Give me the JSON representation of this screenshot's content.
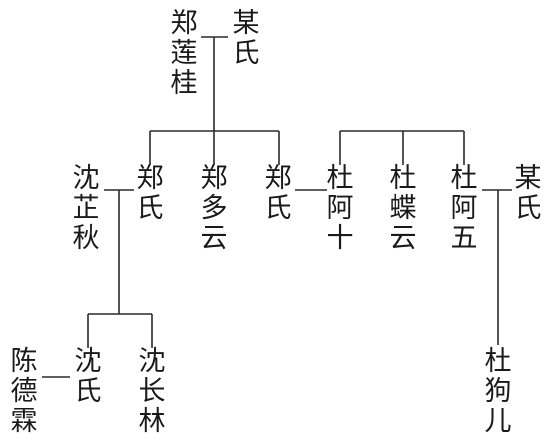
{
  "persons": [
    {
      "id": "zheng-liangui",
      "chars": [
        "郑",
        "莲",
        "桂"
      ]
    },
    {
      "id": "mou-shi-1",
      "chars": [
        "某",
        "氏"
      ]
    },
    {
      "id": "shen-zhiqiu",
      "chars": [
        "沈",
        "芷",
        "秋"
      ]
    },
    {
      "id": "zheng-shi",
      "chars": [
        "郑",
        "氏"
      ]
    },
    {
      "id": "zheng-duoyun",
      "chars": [
        "郑",
        "多",
        "云"
      ]
    },
    {
      "id": "zheng-shi-2",
      "chars": [
        "郑",
        "氏"
      ]
    },
    {
      "id": "du-ashi",
      "chars": [
        "杜",
        "阿",
        "十"
      ]
    },
    {
      "id": "du-dieyun",
      "chars": [
        "杜",
        "蝶",
        "云"
      ]
    },
    {
      "id": "du-awu",
      "chars": [
        "杜",
        "阿",
        "五"
      ]
    },
    {
      "id": "mou-shi-2",
      "chars": [
        "某",
        "氏"
      ]
    },
    {
      "id": "chen-delin",
      "chars": [
        "陈",
        "德",
        "霖"
      ]
    },
    {
      "id": "shen-shi",
      "chars": [
        "沈",
        "氏"
      ]
    },
    {
      "id": "shen-changlin",
      "chars": [
        "沈",
        "长",
        "林"
      ]
    },
    {
      "id": "du-gouer",
      "chars": [
        "杜",
        "狗",
        "儿"
      ]
    }
  ],
  "colors": {
    "ink": "#1a1a1a",
    "line": "#2a2a2a",
    "background": "#ffffff"
  }
}
